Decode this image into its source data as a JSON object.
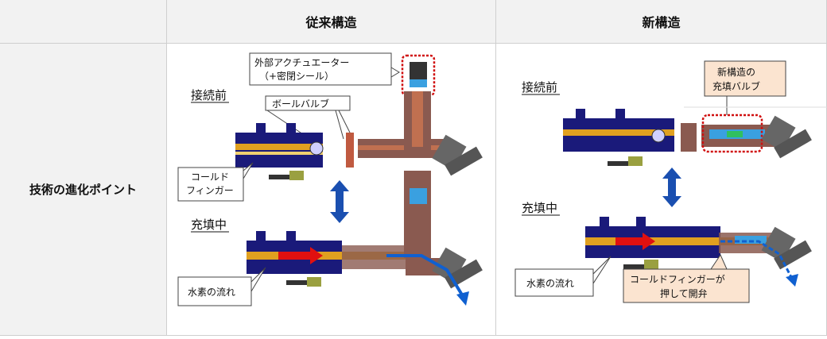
{
  "header": {
    "col_old": "従来構造",
    "col_new": "新構造"
  },
  "row": {
    "label": "技術の進化ポイント"
  },
  "old": {
    "before": "接続前",
    "during": "充填中",
    "actuator_line1": "外部アクチュエーター",
    "actuator_line2": "（+密閉シール）",
    "ball_valve": "ボールバルブ",
    "cold_finger_line1": "コールド",
    "cold_finger_line2": "フィンガー",
    "h2_flow": "水素の流れ"
  },
  "new": {
    "before": "接続前",
    "during": "充填中",
    "valve_line1": "新構造の",
    "valve_line2": "充填バルブ",
    "h2_flow": "水素の流れ",
    "push_line1": "コールドフィンガーが",
    "push_line2": "押して開弁"
  },
  "colors": {
    "header_bg": "#f2f2f2",
    "border": "#cfcfcf",
    "flow_blue": "#1060d0",
    "arrow_red": "#e01010",
    "callout_red": "#d01010",
    "callout_peach": "#fbe4d0",
    "pipe_brown": "#8a5a50",
    "body_blue": "#1a1a7a",
    "gold": "#e0a020"
  }
}
